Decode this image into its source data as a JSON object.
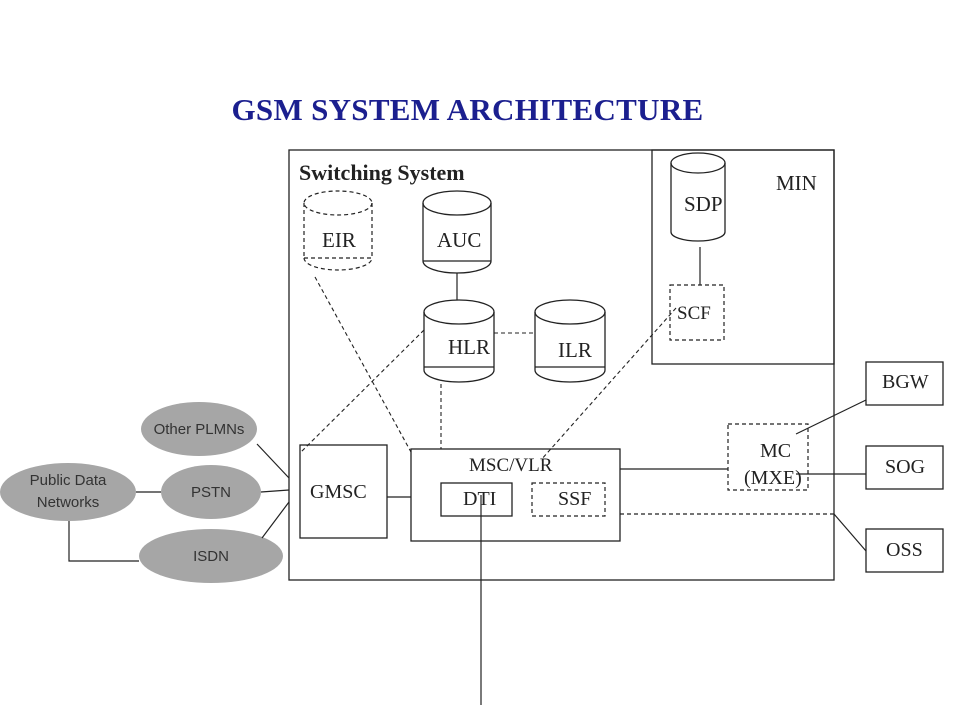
{
  "title": "GSM SYSTEM ARCHITECTURE",
  "switching_system": {
    "label": "Switching System"
  },
  "min": {
    "label": "MIN",
    "sdp": "SDP",
    "scf": "SCF"
  },
  "databases": {
    "eir": "EIR",
    "auc": "AUC",
    "hlr": "HLR",
    "ilr": "ILR"
  },
  "gmsc": "GMSC",
  "msc_vlr": {
    "label": "MSC/VLR",
    "dti": "DTI",
    "ssf": "SSF"
  },
  "mc": {
    "line1": "MC",
    "line2": "(MXE)"
  },
  "external_boxes": {
    "bgw": "BGW",
    "sog": "SOG",
    "oss": "OSS"
  },
  "networks": {
    "other_plmns": "Other PLMNs",
    "pstn": "PSTN",
    "isdn": "ISDN",
    "public_data_line1": "Public Data",
    "public_data_line2": "Networks"
  },
  "colors": {
    "title": "#1b1f8f",
    "oval_fill": "#a6a6a6",
    "line": "#222222"
  }
}
